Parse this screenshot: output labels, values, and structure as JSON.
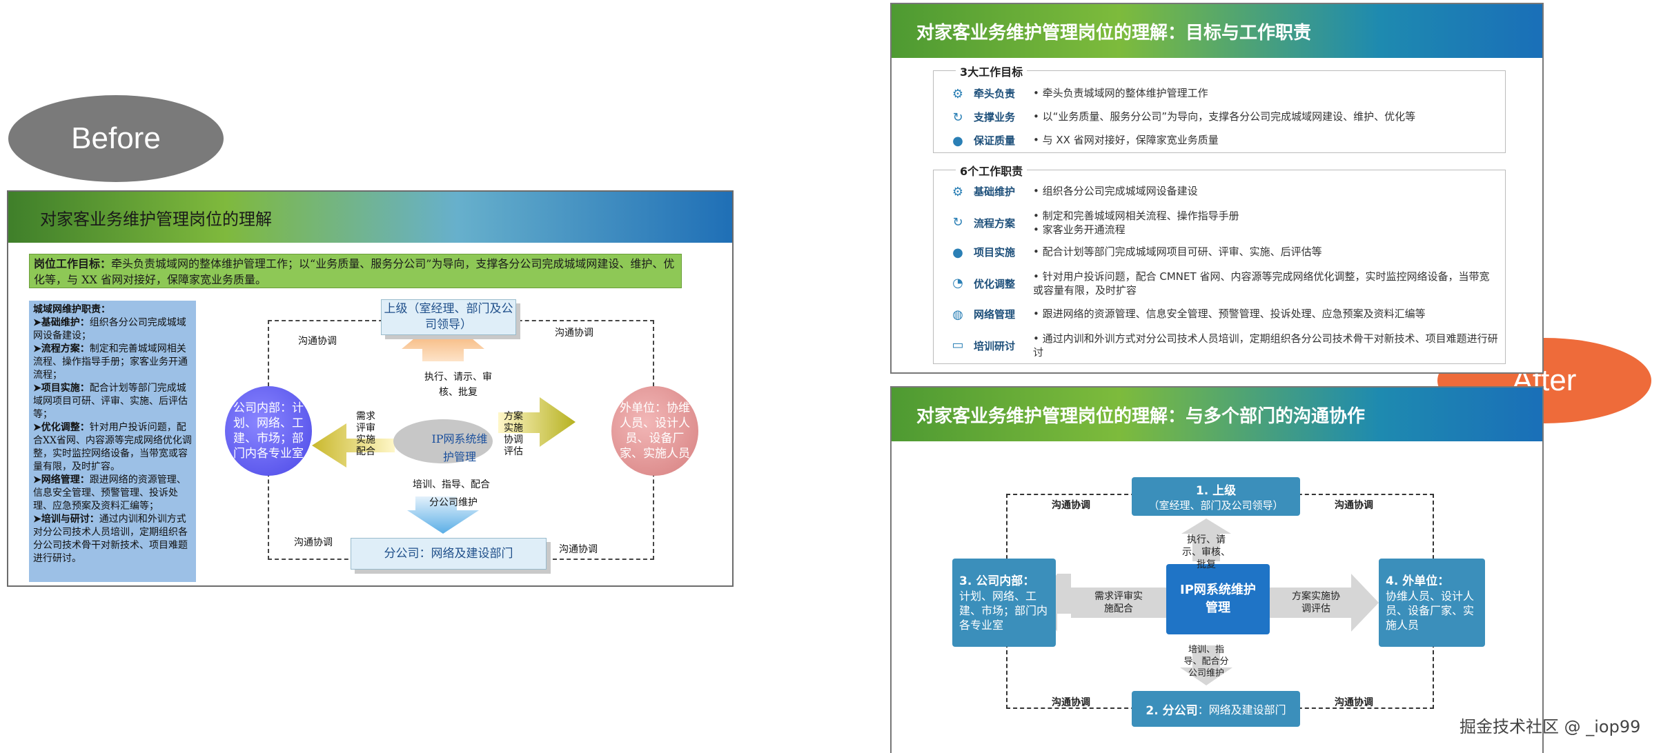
{
  "labels": {
    "before": "Before",
    "after": "After"
  },
  "before": {
    "title": "对家客业务维护管理岗位的理解",
    "goal_label": "岗位工作目标：",
    "goal_text": "牵头负责城域网的整体维护管理工作；以“业务质量、服务分公司”为导向，支撑各分公司完成城域网建设、维护、优化等，与 XX 省网对接好，保障家宽业务质量。",
    "duties_title": "城域网维护职责：",
    "duties": [
      {
        "label": "➤基础维护：",
        "text": "组织各分公司完成城域网设备建设；"
      },
      {
        "label": "➤流程方案：",
        "text": "制定和完善城域网相关流程、操作指导手册；家客业务开通流程；"
      },
      {
        "label": "➤项目实施：",
        "text": "配合计划等部门完成城域网项目可研、评审、实施、后评估等；"
      },
      {
        "label": "➤优化调整：",
        "text": "针对用户投诉问题，配合XX省网、内容源等完成网络优化调整，实时监控网络设备，当带宽或容量有限，及时扩容。"
      },
      {
        "label": "➤网络管理：",
        "text": "跟进网络的资源管理、信息安全管理、预警管理、投诉处理、应急预案及资料汇编等；"
      },
      {
        "label": "➤培训与研讨：",
        "text": "通过内训和外训方式对分公司技术人员培训，定期组织各分公司技术骨干对新技术、项目难题进行研讨。"
      }
    ],
    "diagram": {
      "top_box": "上级（室经理、部门及公司领导）",
      "bottom_box": "分公司：网络及建设部门",
      "left_circle": "公司内部：计划、网络、工建、市场；部门内各专业室",
      "right_circle": "外单位：协维人员、设计人员、设备厂家、实施人员",
      "center": "IP网系统维护管理",
      "up_label": "执行、请示、审核、批复",
      "down_label": "培训、指导、配合",
      "down_label2": "分公司维护",
      "left_label": "需求评审实施配合",
      "right_label": "方案实施协调评估",
      "coord": "沟通协调"
    }
  },
  "after_top": {
    "title": "对家客业务维护管理岗位的理解：目标与工作职责",
    "goals_title": "3大工作目标",
    "goals": [
      {
        "icon": "gear-icon",
        "label": "牵头负责",
        "desc": [
          "牵头负责城域网的整体维护管理工作"
        ]
      },
      {
        "icon": "refresh-icon",
        "label": "支撑业务",
        "desc": [
          "以“业务质量、服务分公司”为导向，支撑各分公司完成城域网建设、维护、优化等"
        ]
      },
      {
        "icon": "person-icon",
        "label": "保证质量",
        "desc": [
          "与 XX 省网对接好，保障家宽业务质量"
        ]
      }
    ],
    "duties_title": "6个工作职责",
    "duties": [
      {
        "icon": "gear-icon",
        "label": "基础维护",
        "desc": [
          "组织各分公司完成城域网设备建设"
        ]
      },
      {
        "icon": "refresh-icon",
        "label": "流程方案",
        "desc": [
          "制定和完善城域网相关流程、操作指导手册",
          "家客业务开通流程"
        ]
      },
      {
        "icon": "person-icon",
        "label": "项目实施",
        "desc": [
          "配合计划等部门完成城域网项目可研、评审、实施、后评估等"
        ]
      },
      {
        "icon": "tune-icon",
        "label": "优化调整",
        "desc": [
          "针对用户投诉问题，配合 CMNET 省网、内容源等完成网络优化调整，实时监控网络设备，当带宽或容量有限，及时扩容"
        ]
      },
      {
        "icon": "globe-icon",
        "label": "网络管理",
        "desc": [
          "跟进网络的资源管理、信息安全管理、预警管理、投诉处理、应急预案及资料汇编等"
        ]
      },
      {
        "icon": "monitor-icon",
        "label": "培训研讨",
        "desc": [
          "通过内训和外训方式对分公司技术人员培训，定期组织各分公司技术骨干对新技术、项目难题进行研讨"
        ]
      }
    ]
  },
  "after_bottom": {
    "title": "对家客业务维护管理岗位的理解：与多个部门的沟通协作",
    "top_title": "1. 上级",
    "top_sub": "（室经理、部门及公司领导）",
    "bottom_bold": "2. 分公司",
    "bottom_rest": "：网络及建设部门",
    "left_title": "3. 公司内部：",
    "left_text": "计划、网络、工建、市场；部门内各专业室",
    "right_title": "4. 外单位：",
    "right_text": "协维人员、设计人员、设备厂家、实施人员",
    "center": "IP网系统维护管理",
    "up_label": "执行、请示、审核、批复",
    "down_label": "培训、指导、配合分公司维护",
    "left_label": "需求评审实施配合",
    "right_label": "方案实施协调评估",
    "coord": "沟通协调"
  },
  "watermark": "掘金技术社区 @ _iop99"
}
